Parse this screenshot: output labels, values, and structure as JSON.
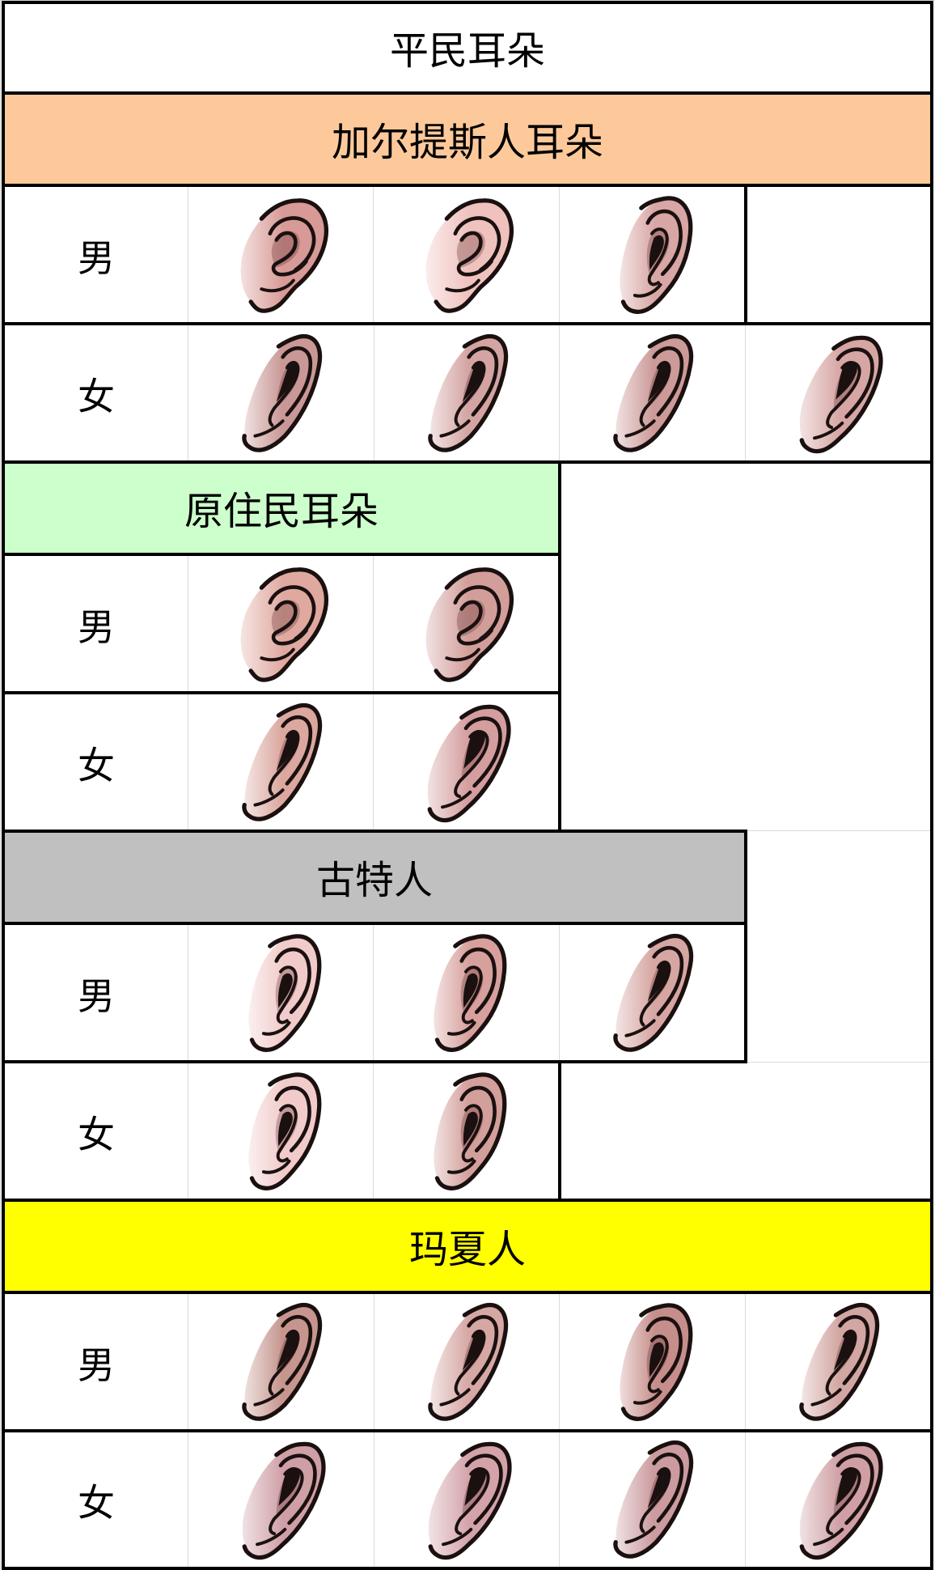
{
  "title": "平民耳朵",
  "colors": {
    "border": "#000000",
    "gridline": "#dadada",
    "ear_outline": "#1a1010"
  },
  "sections": [
    {
      "name": "加尔提斯人耳朵",
      "color": "#fdc99b",
      "rows": [
        {
          "label": "男",
          "ears": [
            {
              "icon": "ear-image",
              "tone": "#d89a96"
            },
            {
              "icon": "ear-image",
              "tone": "#efc2be"
            },
            {
              "icon": "ear-image",
              "tone": "#d8a6a4"
            }
          ]
        },
        {
          "label": "女",
          "ears": [
            {
              "icon": "ear-image",
              "tone": "#c99896"
            },
            {
              "icon": "ear-image",
              "tone": "#d3a4a2"
            },
            {
              "icon": "ear-image",
              "tone": "#cc9a98"
            },
            {
              "icon": "ear-image",
              "tone": "#d6a6a4"
            }
          ]
        }
      ]
    },
    {
      "name": "原住民耳朵",
      "color": "#ccffcc",
      "rows": [
        {
          "label": "男",
          "ears": [
            {
              "icon": "ear-image",
              "tone": "#e0a99f"
            },
            {
              "icon": "ear-image",
              "tone": "#d29e9a"
            }
          ]
        },
        {
          "label": "女",
          "ears": [
            {
              "icon": "ear-image",
              "tone": "#dba79f"
            },
            {
              "icon": "ear-image",
              "tone": "#d49e9e"
            }
          ]
        }
      ]
    },
    {
      "name": "古特人",
      "color": "#c0c0c0",
      "rows": [
        {
          "label": "男",
          "ears": [
            {
              "icon": "ear-image",
              "tone": "#f1cbca"
            },
            {
              "icon": "ear-image",
              "tone": "#d7a09c"
            },
            {
              "icon": "ear-image",
              "tone": "#d6a6a2"
            }
          ]
        },
        {
          "label": "女",
          "ears": [
            {
              "icon": "ear-image",
              "tone": "#f1cbca"
            },
            {
              "icon": "ear-image",
              "tone": "#d39f9b"
            }
          ]
        }
      ]
    },
    {
      "name": "玛夏人",
      "color": "#ffff00",
      "rows": [
        {
          "label": "男",
          "ears": [
            {
              "icon": "ear-image",
              "tone": "#c6968e"
            },
            {
              "icon": "ear-image",
              "tone": "#d6a8a4"
            },
            {
              "icon": "ear-image",
              "tone": "#c68e8a"
            },
            {
              "icon": "ear-image",
              "tone": "#d2a6a2"
            }
          ]
        },
        {
          "label": "女",
          "ears": [
            {
              "icon": "ear-image",
              "tone": "#cf9fa6"
            },
            {
              "icon": "ear-image",
              "tone": "#d3a3a9"
            },
            {
              "icon": "ear-image",
              "tone": "#cb9b9f"
            },
            {
              "icon": "ear-image",
              "tone": "#cf9fa3"
            }
          ]
        }
      ]
    }
  ]
}
